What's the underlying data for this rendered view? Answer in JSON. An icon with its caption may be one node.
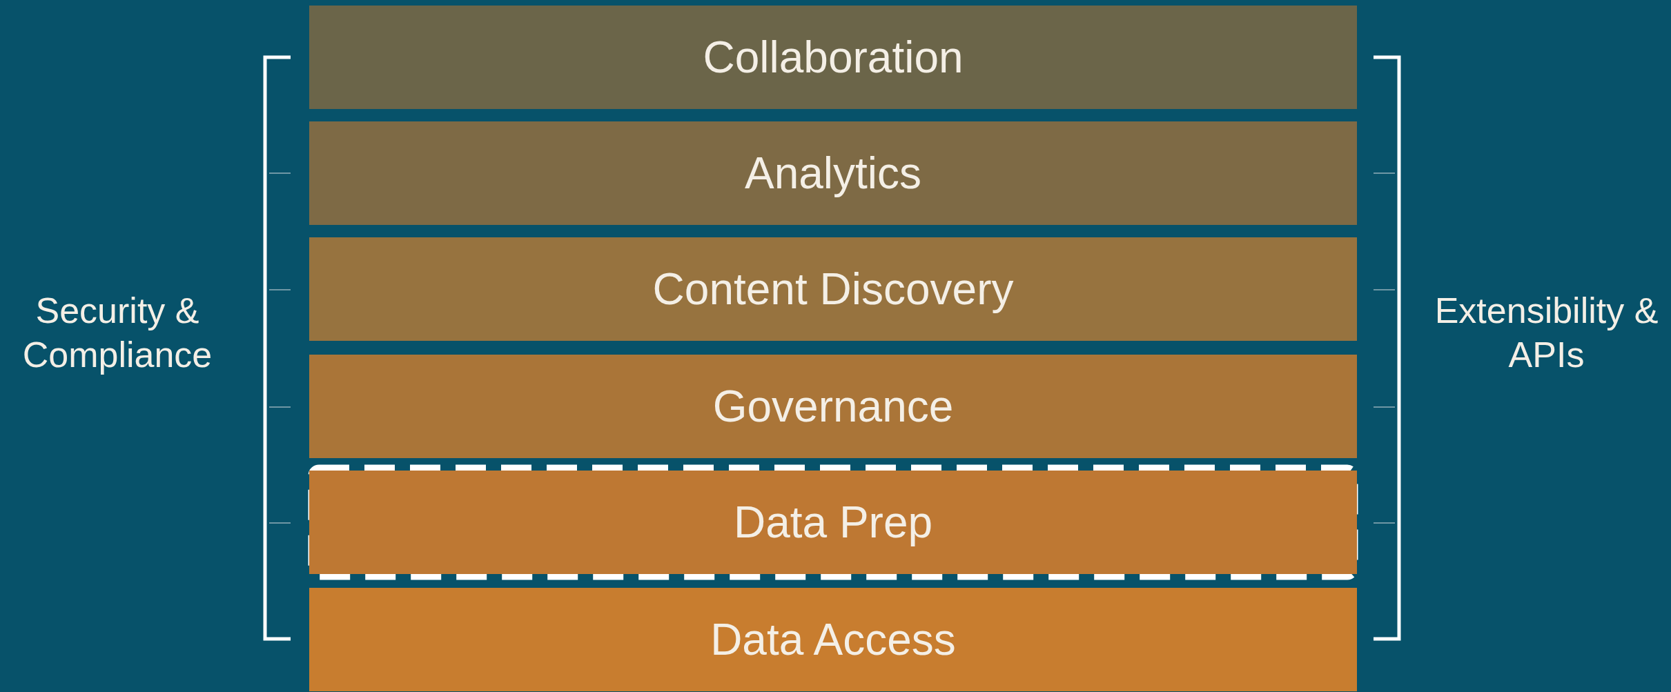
{
  "diagram": {
    "nodes": [
      {
        "text": [
          "Collaboration"
        ]
      },
      {
        "text": [
          "Analytics"
        ]
      },
      {
        "text": [
          "Content Discovery"
        ]
      },
      {
        "text": [
          "Governance"
        ]
      },
      {
        "text": [
          "Data Prep"
        ]
      },
      {
        "text": [
          "Data Access"
        ]
      }
    ],
    "labels": [
      "Security & Compliance",
      "Extensibility & APIs"
    ]
  }
}
